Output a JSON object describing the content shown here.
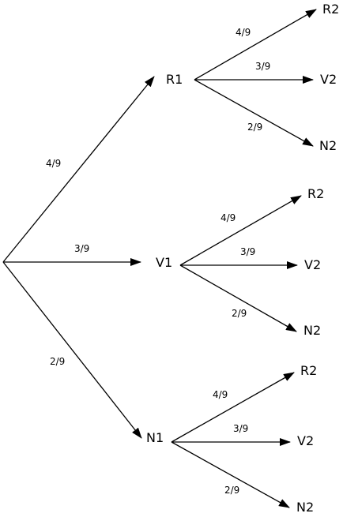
{
  "tree": {
    "level1": [
      {
        "node": "R1",
        "prob": "4/9",
        "children": [
          {
            "node": "R2",
            "prob": "4/9"
          },
          {
            "node": "V2",
            "prob": "3/9"
          },
          {
            "node": "N2",
            "prob": "2/9"
          }
        ]
      },
      {
        "node": "V1",
        "prob": "3/9",
        "children": [
          {
            "node": "R2",
            "prob": "4/9"
          },
          {
            "node": "V2",
            "prob": "3/9"
          },
          {
            "node": "N2",
            "prob": "2/9"
          }
        ]
      },
      {
        "node": "N1",
        "prob": "2/9",
        "children": [
          {
            "node": "R2",
            "prob": "4/9"
          },
          {
            "node": "V2",
            "prob": "3/9"
          },
          {
            "node": "N2",
            "prob": "2/9"
          }
        ]
      }
    ]
  },
  "colors": {
    "stroke": "#000000",
    "background": "#ffffff"
  }
}
